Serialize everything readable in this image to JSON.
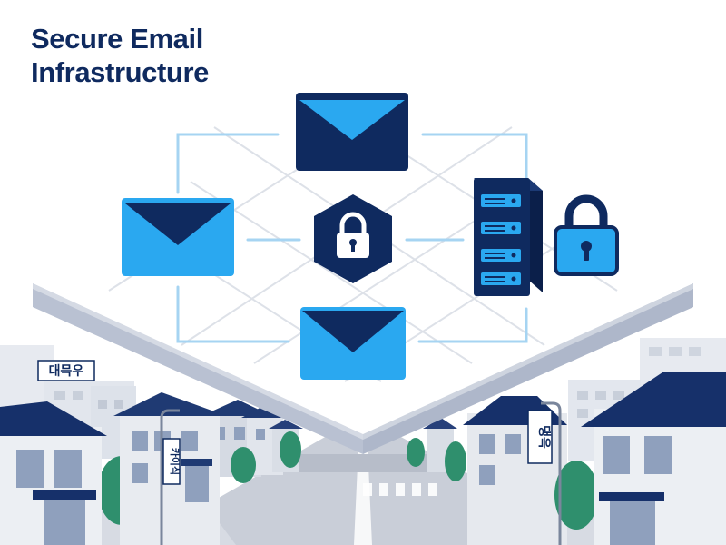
{
  "title": {
    "line1": "Secure Email",
    "line2": "Infrastructure"
  },
  "signs": {
    "left_rooftop": "대믁우",
    "left_pole": "카이식",
    "right_pole": "댕윽"
  },
  "icons": {
    "top_envelope": "envelope-icon",
    "left_envelope": "envelope-icon",
    "bottom_envelope": "envelope-icon",
    "center_lock": "padlock-hexagon-icon",
    "server": "server-rack-icon",
    "server_lock": "padlock-icon"
  },
  "colors": {
    "navy": "#0f2a5f",
    "sky_blue": "#2aa8f0",
    "light_blue": "#a6d4f2",
    "slab_gray": "#b9c1d2",
    "building_gray": "#dfe3ea",
    "tree_green": "#2f8f6d",
    "road_gray": "#c9ced8"
  }
}
